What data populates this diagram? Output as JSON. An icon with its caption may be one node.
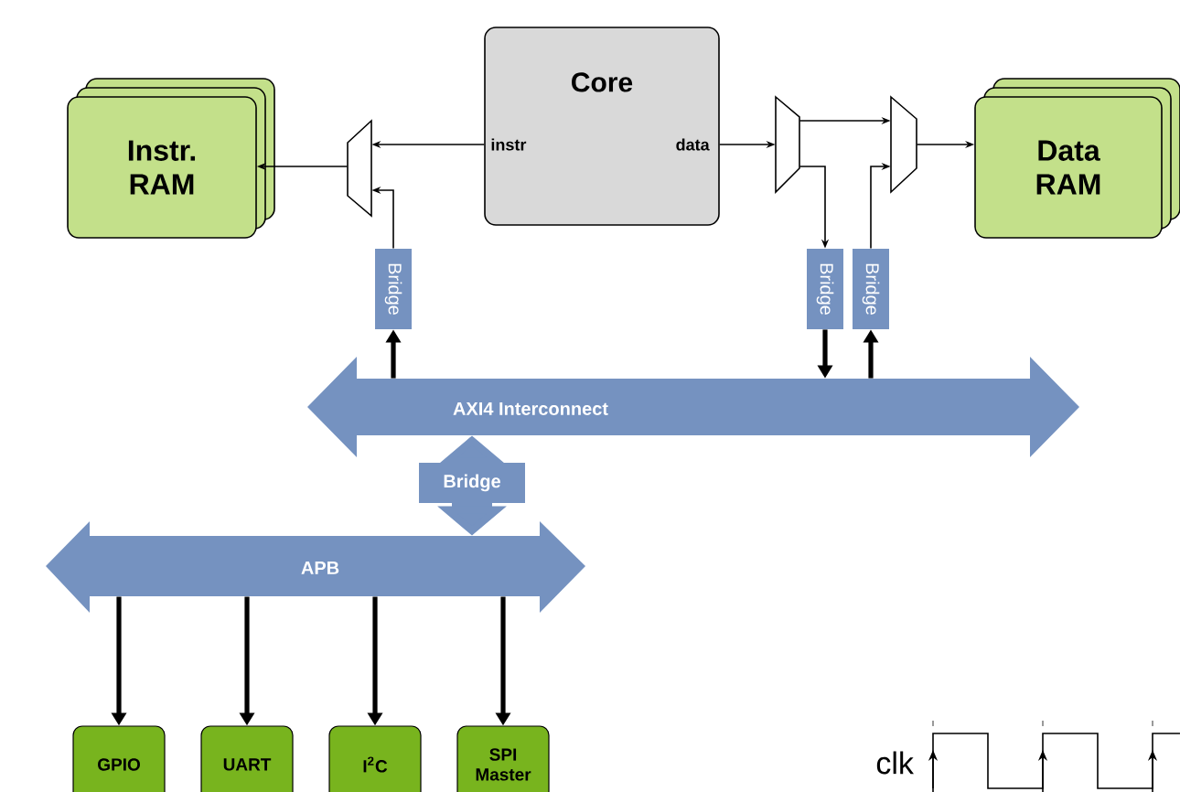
{
  "diagram": {
    "nodes": [
      {
        "text": [
          "Core",
          "instr",
          "data"
        ]
      },
      {
        "text": [
          "Instr. RAM"
        ]
      },
      {
        "text": [],
        "shape": "trapezoid"
      },
      {
        "text": [],
        "shape": "trapezoid"
      },
      {
        "text": [],
        "shape": "trapezoid"
      },
      {
        "text": [
          "Data RAM"
        ]
      },
      {
        "text": [
          "Bridge"
        ]
      },
      {
        "text": [
          "Bridge"
        ]
      },
      {
        "text": [
          "Bridge"
        ]
      },
      {
        "text": [
          "AXI4 Interconnect"
        ]
      },
      {
        "text": [
          "APB"
        ]
      },
      {
        "text": [
          "GPIO"
        ]
      },
      {
        "text": [
          "UART"
        ]
      },
      {
        "text": [
          "I$^{2}$C"
        ]
      },
      {
        "text": [
          "SPI Master"
        ]
      }
    ],
    "edges": [
      {
        "from": 0,
        "to": 2,
        "arrow": "to"
      },
      {
        "from": 2,
        "to": 1,
        "arrow": "to"
      },
      {
        "from": 6,
        "to": 2,
        "arrow": "to"
      },
      {
        "from": 9,
        "to": 6,
        "arrow": "to",
        "style": "thick"
      },
      {
        "from": 0,
        "to": 3,
        "arrow": "to"
      },
      {
        "from": 3,
        "to": 4,
        "arrow": "to"
      },
      {
        "from": 3,
        "to": 7,
        "arrow": "to"
      },
      {
        "from": 8,
        "to": 4,
        "arrow": "to"
      },
      {
        "from": 4,
        "to": 5,
        "arrow": "to"
      },
      {
        "from": 7,
        "to": 9,
        "arrow": "to",
        "style": "thick"
      },
      {
        "from": 9,
        "to": 8,
        "arrow": "to",
        "style": "thick"
      },
      {
        "from": 9,
        "to": 10,
        "arrow": "both",
        "label": "Bridge",
        "style": "thick",
        "color": "#7592c0"
      },
      {
        "from": 10,
        "to": 11,
        "arrow": "to",
        "style": "thick"
      },
      {
        "from": 10,
        "to": 12,
        "arrow": "to",
        "style": "thick"
      },
      {
        "from": 10,
        "to": 13,
        "arrow": "to",
        "style": "thick"
      },
      {
        "from": 10,
        "to": 14,
        "arrow": "to",
        "style": "thick"
      }
    ],
    "labels": [
      "clk"
    ]
  }
}
